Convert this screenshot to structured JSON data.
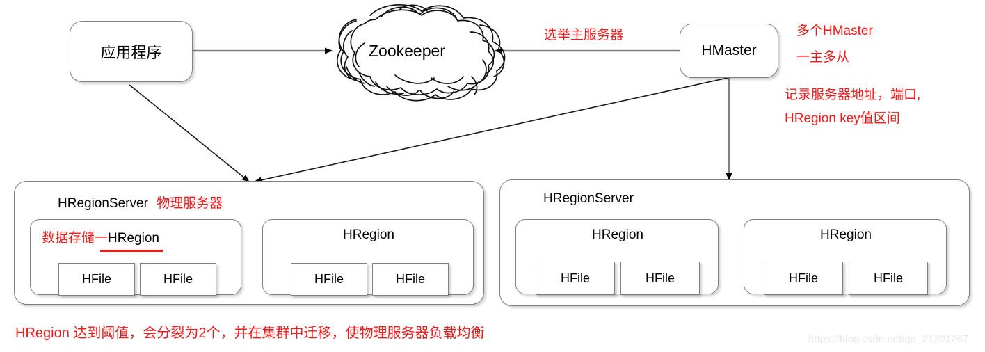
{
  "diagram": {
    "title": "HBase Architecture",
    "colors": {
      "annotation_red": "#f01c1c",
      "box_border": "#808080",
      "connector": "#808080",
      "text_black": "#000000",
      "watermark": "#e8e8e8"
    }
  },
  "nodes": {
    "application": {
      "label": "应用程序"
    },
    "zookeeper": {
      "label": "Zookeeper"
    },
    "hmaster": {
      "label": "HMaster"
    }
  },
  "connector_labels": {
    "elect_master": "选举主服务器"
  },
  "annotations": {
    "hmaster_multi": [
      "多个HMaster",
      "一主多从"
    ],
    "hmaster_records": [
      "记录服务器地址，端口,",
      "HRegion key值区间"
    ],
    "bottom_note": "HRegion 达到阈值，会分裂为2个，并在集群中迁移，使物理服务器负载均衡"
  },
  "servers": [
    {
      "name": "HRegionServer",
      "name_suffix_red": "物理服务器",
      "regions": [
        {
          "prefix_red": "数据存储一",
          "label": "HRegion",
          "underlined": true,
          "hfiles": [
            "HFile",
            "HFile"
          ]
        },
        {
          "prefix_red": "",
          "label": "HRegion",
          "underlined": false,
          "hfiles": [
            "HFile",
            "HFile"
          ]
        }
      ]
    },
    {
      "name": "HRegionServer",
      "name_suffix_red": "",
      "regions": [
        {
          "prefix_red": "",
          "label": "HRegion",
          "underlined": false,
          "hfiles": [
            "HFile",
            "HFile"
          ]
        },
        {
          "prefix_red": "",
          "label": "HRegion",
          "underlined": false,
          "hfiles": [
            "HFile",
            "HFile"
          ]
        }
      ]
    }
  ],
  "watermark": {
    "text": "https://blog.csdn.net/qq_21201267"
  }
}
